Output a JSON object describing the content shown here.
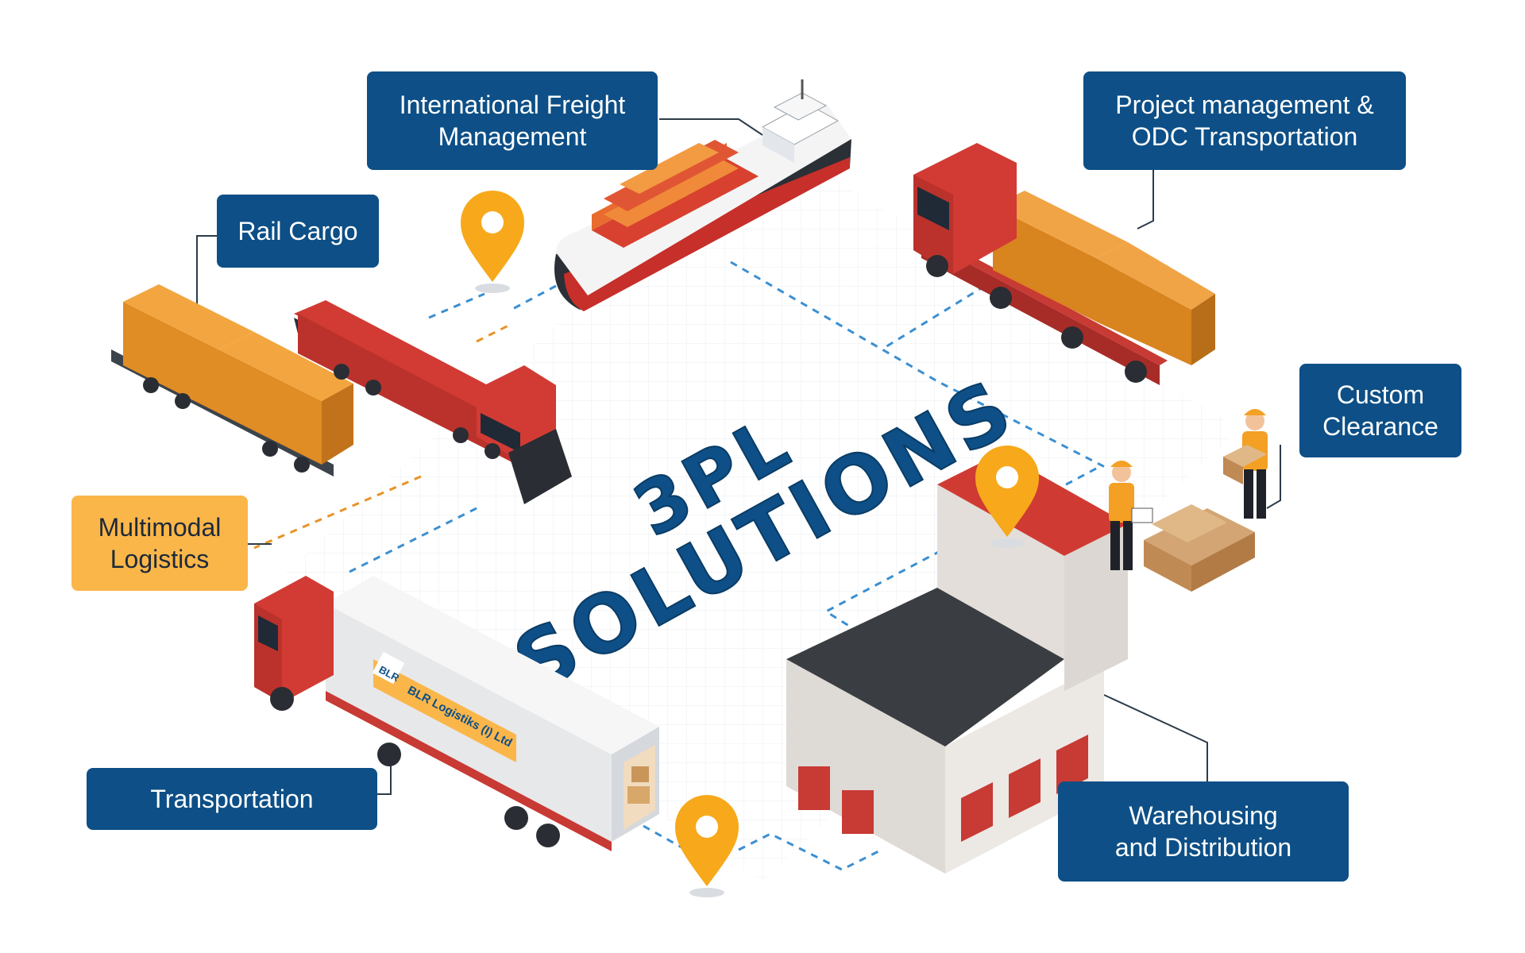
{
  "title": {
    "line1": "3PL",
    "line2": "SOLUTIONS"
  },
  "labels": {
    "international_freight": "International Freight\nManagement",
    "project_management": "Project management &\nODC Transportation",
    "rail_cargo": "Rail Cargo",
    "custom_clearance": "Custom\nClearance",
    "multimodal": "Multimodal\nLogistics",
    "transportation": "Transportation",
    "warehousing": "Warehousing\nand Distribution"
  },
  "truck_branding": {
    "logo": "BLR",
    "company": "BLR Logistiks (I) Ltd"
  },
  "colors": {
    "label_blue": "#0d4f86",
    "accent_yellow": "#fbb64a",
    "container_orange": "#e7932c",
    "vehicle_red": "#d13b34",
    "pin_yellow": "#f7a91b",
    "route_blue": "#3b8fd1",
    "route_orange": "#e89327"
  }
}
